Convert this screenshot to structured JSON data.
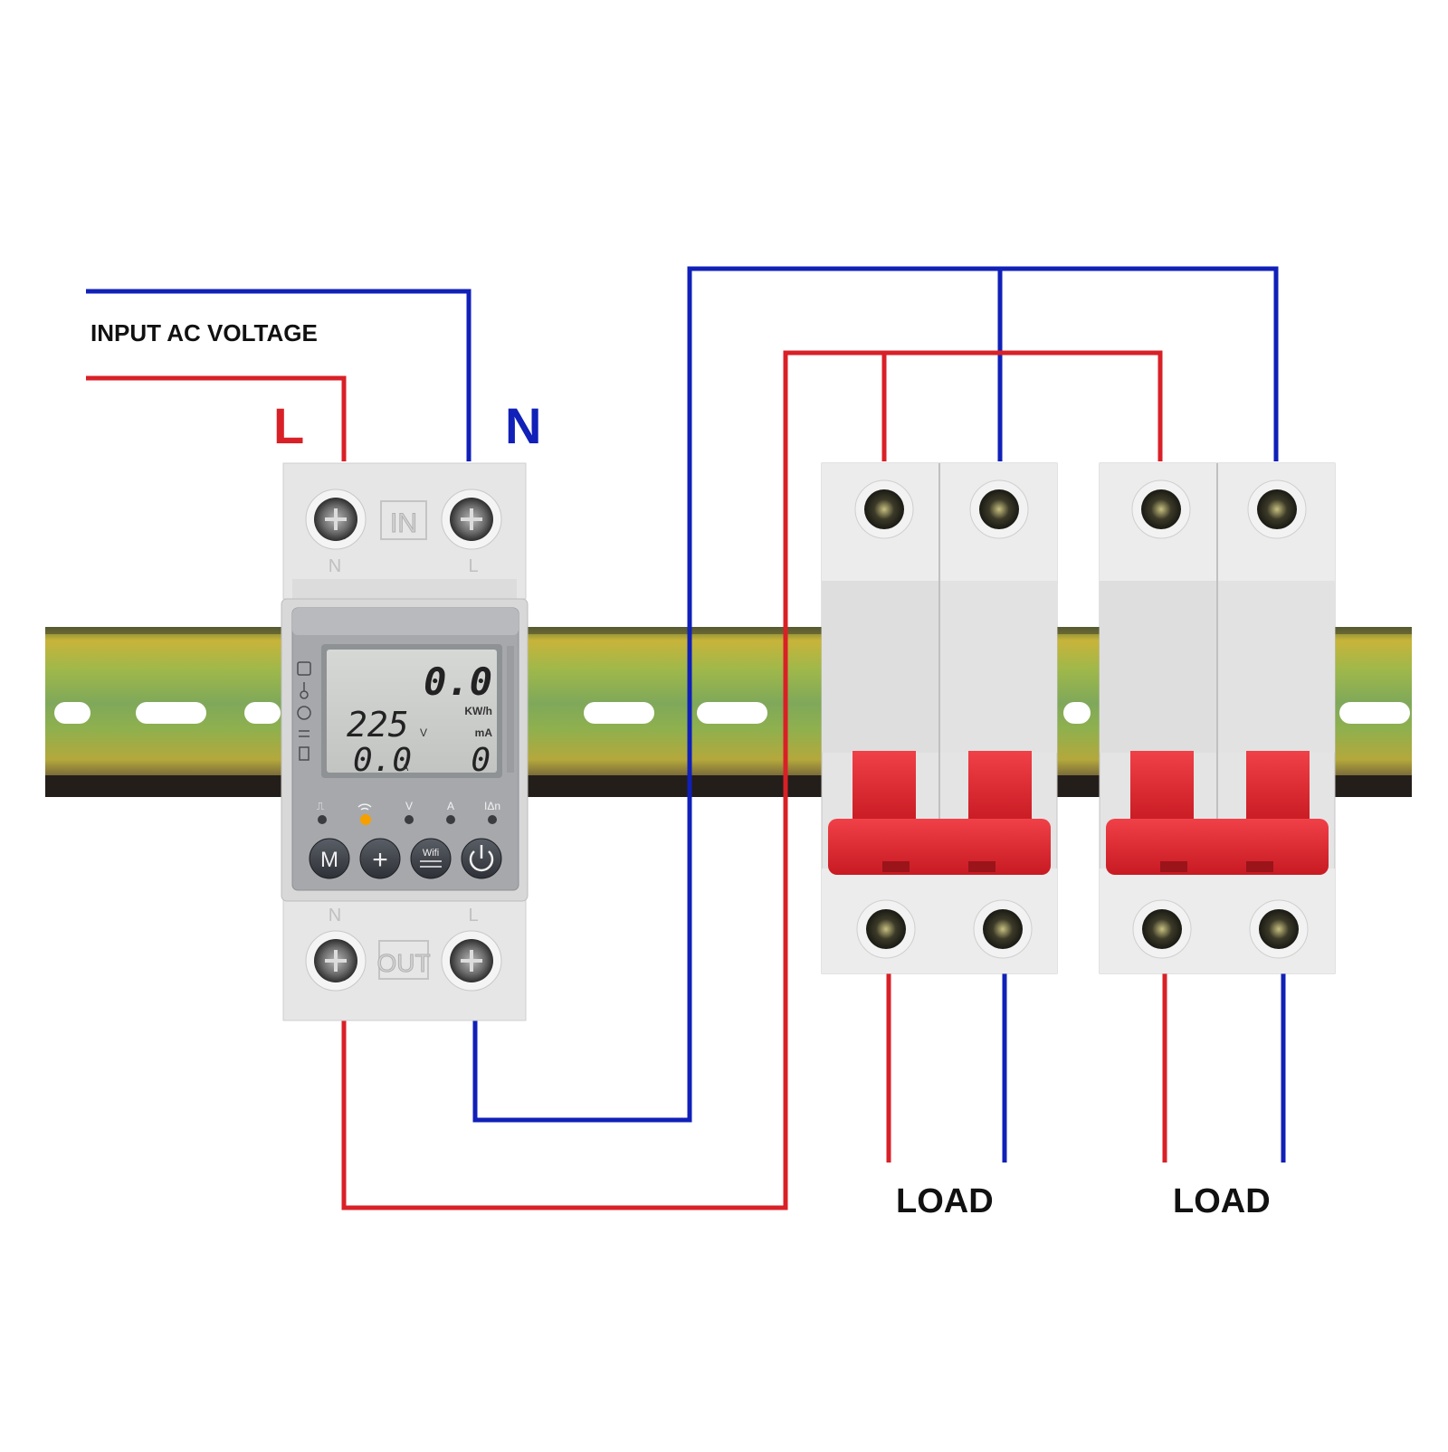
{
  "labels": {
    "input_voltage": "INPUT AC VOLTAGE",
    "live": "L",
    "neutral": "N",
    "load_1": "LOAD",
    "load_2": "LOAD"
  },
  "meter": {
    "in_label": "IN",
    "out_label": "OUT",
    "terminal_top_left": "N",
    "terminal_top_right": "L",
    "terminal_bottom_left": "N",
    "terminal_bottom_right": "L",
    "lcd": {
      "energy_value": "0.0",
      "energy_unit": "KW/h",
      "voltage_value": "225",
      "voltage_unit": "V",
      "current_value": "0.0",
      "current_unit": "A",
      "leak_unit": "mA",
      "leak_value": "0"
    },
    "indicators": {
      "pulse": "⎍",
      "wifi": "wifi",
      "v": "V",
      "a": "A",
      "leak": "IΔn"
    },
    "buttons": {
      "mode": "M",
      "plus": "+",
      "wifi": "Wifi",
      "power": "power"
    }
  },
  "colors": {
    "live_wire": "#d92027",
    "neutral_wire": "#1020b8",
    "breaker_handle": "#e8232b",
    "indicator_led": "#f5a000"
  },
  "icons": [
    "power-icon",
    "wifi-icon",
    "pulse-icon",
    "screw-terminal-icon"
  ]
}
